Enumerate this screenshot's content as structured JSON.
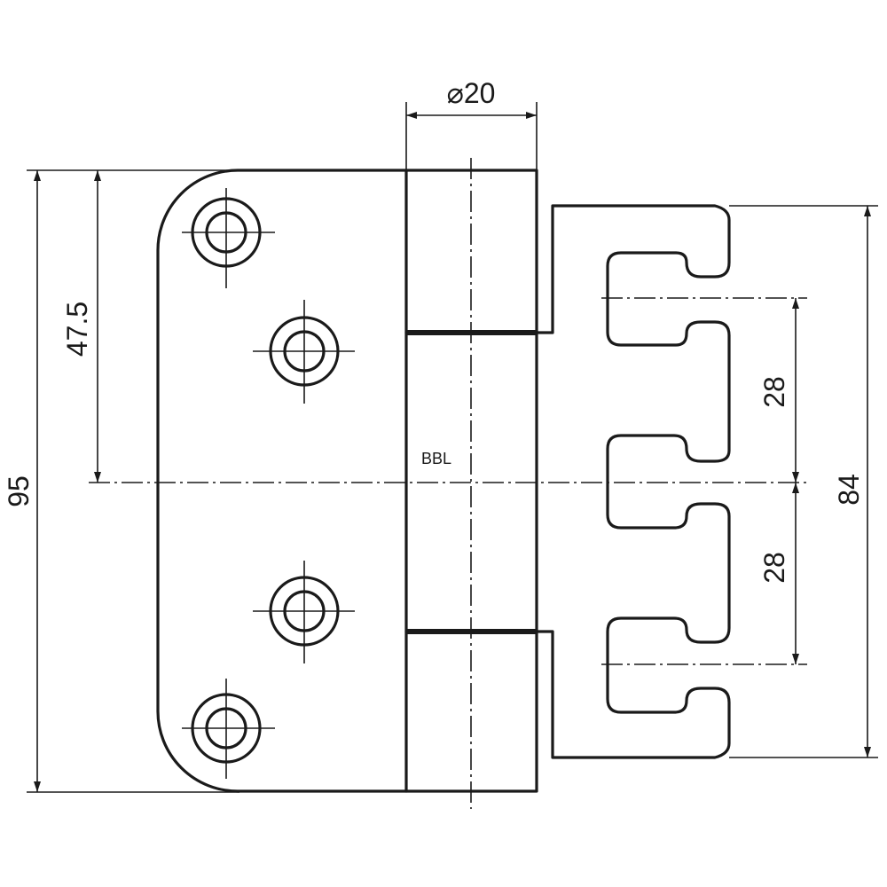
{
  "drawing": {
    "dimensions": {
      "pin_diameter": "⌀20",
      "overall_height": "95",
      "half_height": "47.5",
      "frame_height": "84",
      "pitch_upper": "28",
      "pitch_lower": "28"
    },
    "labels": {
      "centerline": "BBL"
    }
  }
}
